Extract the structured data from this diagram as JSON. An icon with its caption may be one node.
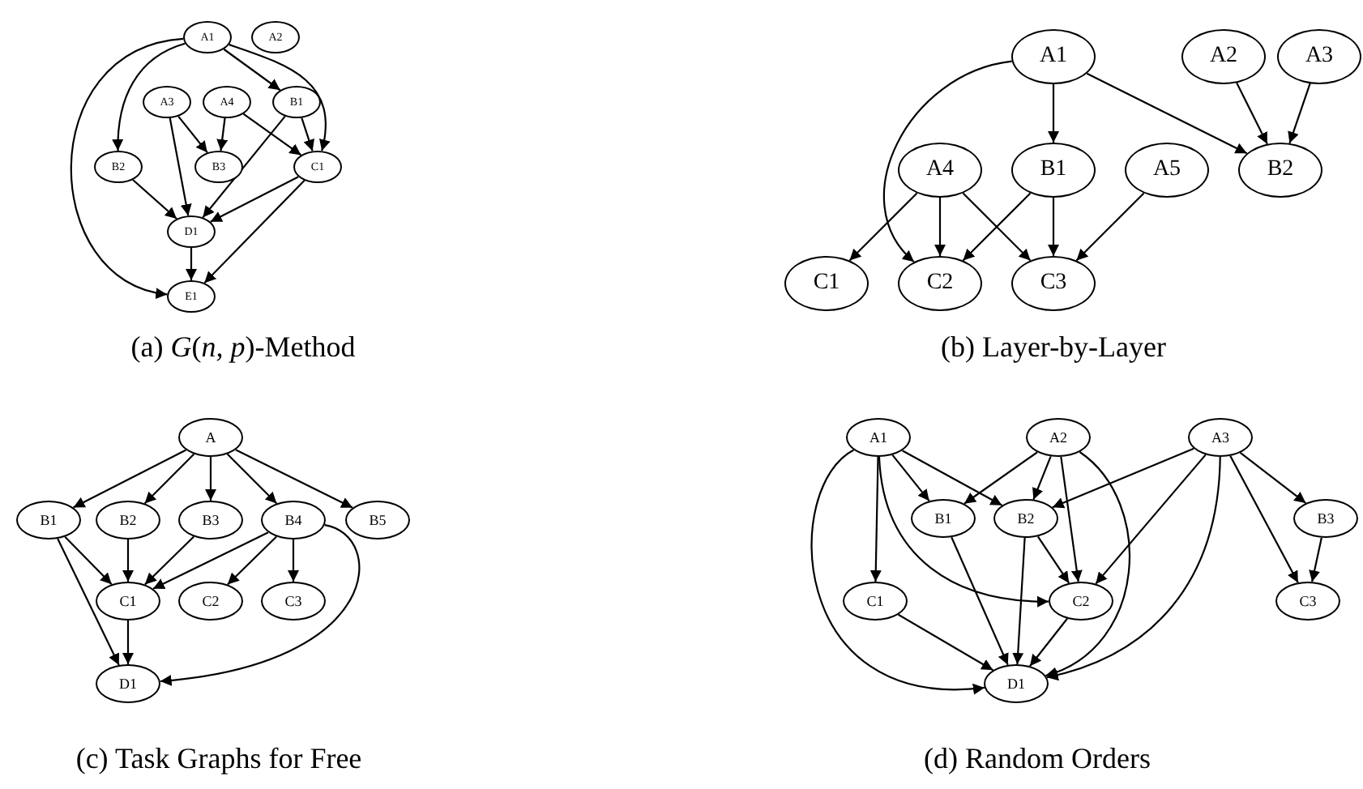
{
  "diagram": {
    "nodes": [
      {
        "text": [
          "A1"
        ]
      },
      {
        "text": [
          "A2"
        ]
      },
      {
        "text": [
          "A3"
        ]
      },
      {
        "text": [
          "A4"
        ]
      },
      {
        "text": [
          "B1"
        ]
      },
      {
        "text": [
          "B2"
        ]
      },
      {
        "text": [
          "B3"
        ]
      },
      {
        "text": [
          "C1"
        ]
      },
      {
        "text": [
          "D1"
        ]
      },
      {
        "text": [
          "E1"
        ]
      },
      {
        "text": [
          "A1"
        ]
      },
      {
        "text": [
          "A2"
        ]
      },
      {
        "text": [
          "A3"
        ]
      },
      {
        "text": [
          "A4"
        ]
      },
      {
        "text": [
          "B1"
        ]
      },
      {
        "text": [
          "A5"
        ]
      },
      {
        "text": [
          "B2"
        ]
      },
      {
        "text": [
          "C1"
        ]
      },
      {
        "text": [
          "C2"
        ]
      },
      {
        "text": [
          "C3"
        ]
      },
      {
        "text": [
          "A"
        ]
      },
      {
        "text": [
          "B1"
        ]
      },
      {
        "text": [
          "B2"
        ]
      },
      {
        "text": [
          "B3"
        ]
      },
      {
        "text": [
          "B4"
        ]
      },
      {
        "text": [
          "B5"
        ]
      },
      {
        "text": [
          "C1"
        ]
      },
      {
        "text": [
          "C2"
        ]
      },
      {
        "text": [
          "C3"
        ]
      },
      {
        "text": [
          "D1"
        ]
      },
      {
        "text": [
          "A1"
        ]
      },
      {
        "text": [
          "A2"
        ]
      },
      {
        "text": [
          "A3"
        ]
      },
      {
        "text": [
          "B1"
        ]
      },
      {
        "text": [
          "B2"
        ]
      },
      {
        "text": [
          "B3"
        ]
      },
      {
        "text": [
          "C1"
        ]
      },
      {
        "text": [
          "C2"
        ]
      },
      {
        "text": [
          "C3"
        ]
      },
      {
        "text": [
          "D1"
        ]
      }
    ],
    "edges": [
      {
        "from": 0,
        "to": 5,
        "arrow": "to"
      },
      {
        "from": 0,
        "to": 9,
        "arrow": "to"
      },
      {
        "from": 0,
        "to": 4,
        "arrow": "to"
      },
      {
        "from": 0,
        "to": 7,
        "arrow": "to"
      },
      {
        "from": 2,
        "to": 6,
        "arrow": "to"
      },
      {
        "from": 2,
        "to": 8,
        "arrow": "to"
      },
      {
        "from": 3,
        "to": 6,
        "arrow": "to"
      },
      {
        "from": 3,
        "to": 7,
        "arrow": "to"
      },
      {
        "from": 4,
        "to": 7,
        "arrow": "to"
      },
      {
        "from": 4,
        "to": 8,
        "arrow": "to"
      },
      {
        "from": 5,
        "to": 8,
        "arrow": "to"
      },
      {
        "from": 7,
        "to": 8,
        "arrow": "to"
      },
      {
        "from": 7,
        "to": 9,
        "arrow": "to"
      },
      {
        "from": 8,
        "to": 9,
        "arrow": "to"
      },
      {
        "from": 10,
        "to": 18,
        "arrow": "to"
      },
      {
        "from": 10,
        "to": 14,
        "arrow": "to"
      },
      {
        "from": 10,
        "to": 16,
        "arrow": "to"
      },
      {
        "from": 11,
        "to": 16,
        "arrow": "to"
      },
      {
        "from": 12,
        "to": 16,
        "arrow": "to"
      },
      {
        "from": 13,
        "to": 17,
        "arrow": "to"
      },
      {
        "from": 13,
        "to": 18,
        "arrow": "to"
      },
      {
        "from": 13,
        "to": 19,
        "arrow": "to"
      },
      {
        "from": 14,
        "to": 18,
        "arrow": "to"
      },
      {
        "from": 14,
        "to": 19,
        "arrow": "to"
      },
      {
        "from": 15,
        "to": 19,
        "arrow": "to"
      },
      {
        "from": 20,
        "to": 21,
        "arrow": "to"
      },
      {
        "from": 20,
        "to": 22,
        "arrow": "to"
      },
      {
        "from": 20,
        "to": 23,
        "arrow": "to"
      },
      {
        "from": 20,
        "to": 24,
        "arrow": "to"
      },
      {
        "from": 20,
        "to": 25,
        "arrow": "to"
      },
      {
        "from": 21,
        "to": 26,
        "arrow": "to"
      },
      {
        "from": 21,
        "to": 29,
        "arrow": "to"
      },
      {
        "from": 22,
        "to": 26,
        "arrow": "to"
      },
      {
        "from": 23,
        "to": 26,
        "arrow": "to"
      },
      {
        "from": 24,
        "to": 26,
        "arrow": "to"
      },
      {
        "from": 24,
        "to": 27,
        "arrow": "to"
      },
      {
        "from": 24,
        "to": 28,
        "arrow": "to"
      },
      {
        "from": 24,
        "to": 29,
        "arrow": "to"
      },
      {
        "from": 26,
        "to": 29,
        "arrow": "to"
      },
      {
        "from": 30,
        "to": 33,
        "arrow": "to"
      },
      {
        "from": 30,
        "to": 34,
        "arrow": "to"
      },
      {
        "from": 30,
        "to": 36,
        "arrow": "to"
      },
      {
        "from": 30,
        "to": 37,
        "arrow": "to"
      },
      {
        "from": 30,
        "to": 39,
        "arrow": "to"
      },
      {
        "from": 31,
        "to": 33,
        "arrow": "to"
      },
      {
        "from": 31,
        "to": 34,
        "arrow": "to"
      },
      {
        "from": 31,
        "to": 37,
        "arrow": "to"
      },
      {
        "from": 31,
        "to": 39,
        "arrow": "to"
      },
      {
        "from": 32,
        "to": 34,
        "arrow": "to"
      },
      {
        "from": 32,
        "to": 37,
        "arrow": "to"
      },
      {
        "from": 32,
        "to": 39,
        "arrow": "to"
      },
      {
        "from": 32,
        "to": 38,
        "arrow": "to"
      },
      {
        "from": 32,
        "to": 35,
        "arrow": "to"
      },
      {
        "from": 33,
        "to": 39,
        "arrow": "to"
      },
      {
        "from": 34,
        "to": 37,
        "arrow": "to"
      },
      {
        "from": 34,
        "to": 39,
        "arrow": "to"
      },
      {
        "from": 36,
        "to": 39,
        "arrow": "to"
      },
      {
        "from": 37,
        "to": 39,
        "arrow": "to"
      },
      {
        "from": 35,
        "to": 38,
        "arrow": "to"
      }
    ],
    "labels": [
      "(a) *G*(*n, p*)-Method",
      "(b) Layer-by-Layer",
      "(c) Task Graphs for Free",
      "(d) Random Orders"
    ]
  }
}
